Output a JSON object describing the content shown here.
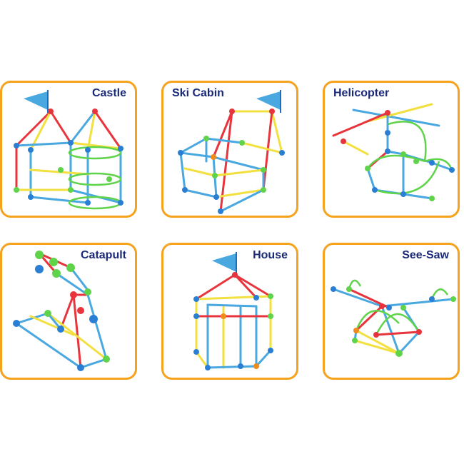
{
  "models": [
    {
      "title": "Castle"
    },
    {
      "title": "Ski Cabin"
    },
    {
      "title": "Helicopter"
    },
    {
      "title": "Catapult"
    },
    {
      "title": "House"
    },
    {
      "title": "See-Saw"
    }
  ],
  "colors": {
    "border": "#f5a21c",
    "title": "#1b2a78",
    "rod_blue": "#4aa8e0",
    "rod_red": "#e8343c",
    "rod_yellow": "#f2e040",
    "rod_green": "#5fd34a",
    "connector_blue": "#2a7fd4",
    "connector_green": "#5fd34a",
    "connector_red": "#e8343c",
    "connector_orange": "#f08a1c"
  }
}
